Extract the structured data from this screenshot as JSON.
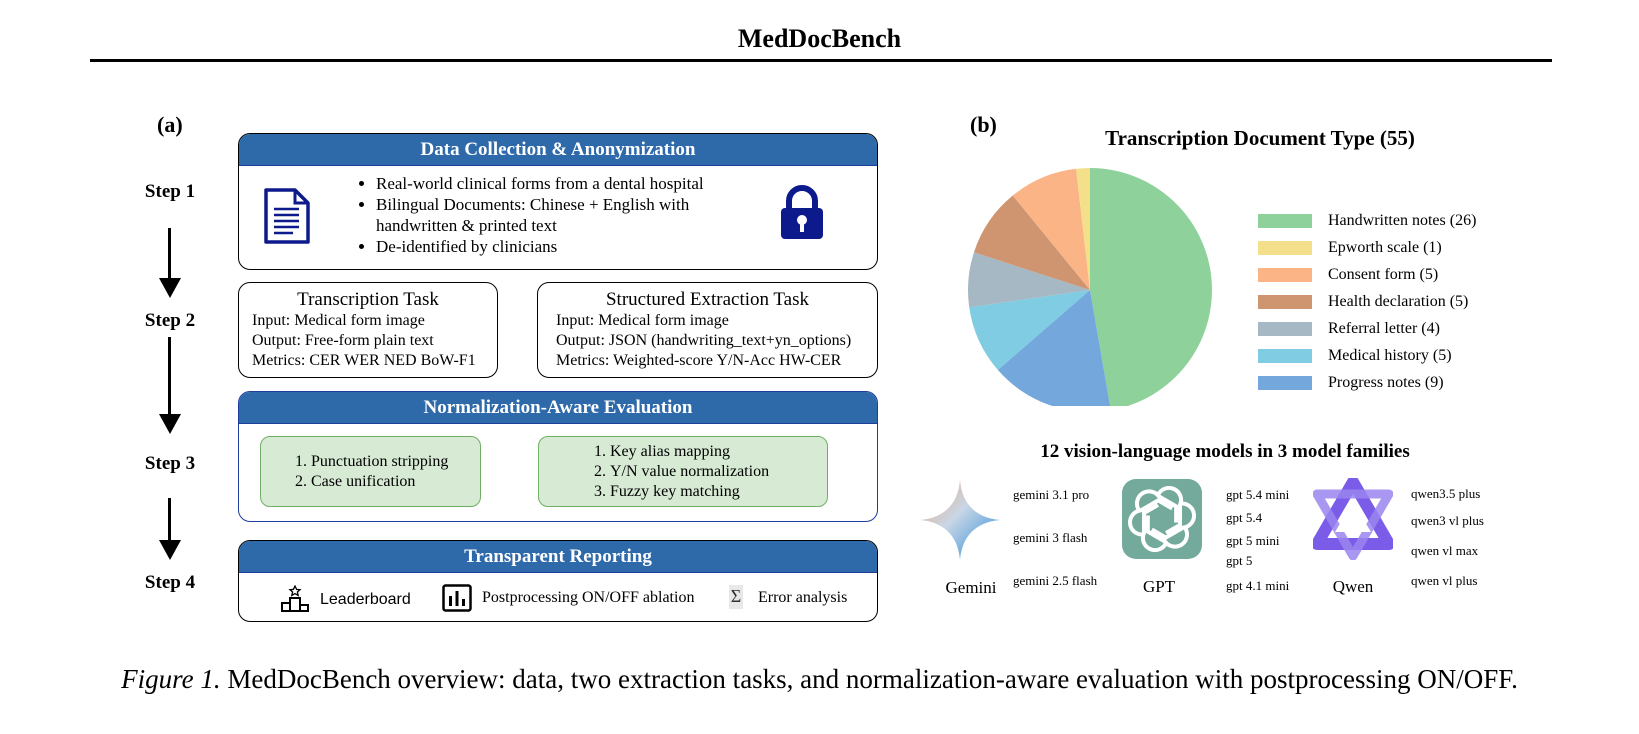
{
  "title": "MedDocBench",
  "panel_a": {
    "label": "(a)",
    "steps": [
      "Step 1",
      "Step 2",
      "Step 3",
      "Step 4"
    ],
    "data_collection": {
      "header": "Data Collection & Anonymization",
      "bullets": [
        "Real-world clinical forms from a dental hospital",
        "Bilingual Documents: Chinese + English with",
        "handwritten & printed text",
        "De-identified by clinicians"
      ]
    },
    "transcription_task": {
      "title": "Transcription Task",
      "lines": [
        "Input: Medical form image",
        "Output: Free-form plain text",
        "Metrics: CER WER NED BoW-F1"
      ]
    },
    "extraction_task": {
      "title": "Structured Extraction Task",
      "lines": [
        "Input: Medical form image",
        "Output: JSON (handwriting_text+yn_options)",
        "Metrics: Weighted-score Y/N-Acc HW-CER"
      ]
    },
    "evaluation": {
      "header": "Normalization-Aware Evaluation",
      "left_items": [
        "Punctuation stripping",
        "Case unification"
      ],
      "right_items": [
        "Key alias mapping",
        "Y/N value normalization",
        "Fuzzy key matching"
      ]
    },
    "reporting": {
      "header": "Transparent Reporting",
      "items": [
        "Leaderboard",
        "Postprocessing ON/OFF ablation",
        "Error analysis"
      ],
      "sigma": "Σ"
    }
  },
  "panel_b": {
    "label": "(b)",
    "pie_title": "Transcription Document Type (55)",
    "models_title": "12 vision-language models in 3 model families",
    "families": [
      {
        "name": "Gemini",
        "models": [
          "gemini 3.1 pro",
          "gemini 3 flash",
          "gemini 2.5 flash"
        ]
      },
      {
        "name": "GPT",
        "models": [
          "gpt 5.4 mini",
          "gpt 5.4",
          "gpt 5 mini",
          "gpt 5",
          "gpt 4.1 mini"
        ]
      },
      {
        "name": "Qwen",
        "models": [
          "qwen3.5 plus",
          "qwen3 vl plus",
          "qwen vl max",
          "qwen vl plus"
        ]
      }
    ]
  },
  "chart_data": {
    "type": "pie",
    "title": "Transcription Document Type (55)",
    "legend_position": "right",
    "slices": [
      {
        "label": "Handwritten notes (26)",
        "value": 26,
        "color": "#8fd19a"
      },
      {
        "label": "Epworth scale (1)",
        "value": 1,
        "color": "#f4e08a"
      },
      {
        "label": "Consent form (5)",
        "value": 5,
        "color": "#fbb486"
      },
      {
        "label": "Health declaration (5)",
        "value": 5,
        "color": "#cf9470"
      },
      {
        "label": "Referral letter (4)",
        "value": 4,
        "color": "#a6b8c3"
      },
      {
        "label": "Medical history (5)",
        "value": 5,
        "color": "#7fcce3"
      },
      {
        "label": "Progress notes (9)",
        "value": 9,
        "color": "#74a8dc"
      }
    ],
    "pie_order": [
      "Handwritten notes (26)",
      "Progress notes (9)",
      "Medical history (5)",
      "Referral letter (4)",
      "Health declaration (5)",
      "Consent form (5)",
      "Epworth scale (1)"
    ]
  },
  "caption": {
    "figure_label": "Figure 1.",
    "text": " MedDocBench overview: data, two extraction tasks, and normalization-aware evaluation with postprocessing ON/OFF."
  },
  "colors": {
    "header_blue": "#2e69aa",
    "border_blue": "#1f3d9b",
    "green_fill": "#d6ead4",
    "green_border": "#6fae64",
    "icon_navy": "#0d1a8c",
    "gpt_teal": "#74aa9c",
    "qwen_purple": "#7b5ce8"
  }
}
